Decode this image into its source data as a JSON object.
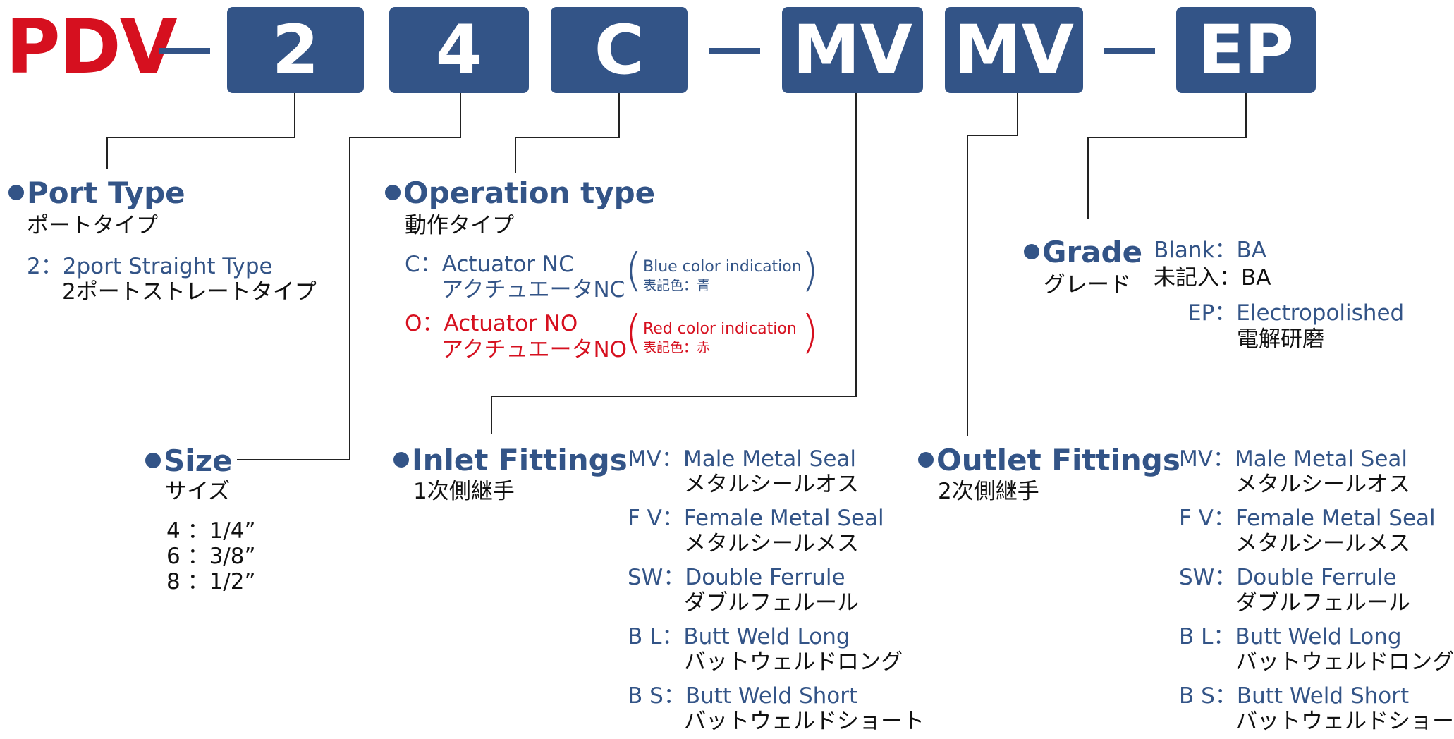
{
  "code": {
    "prefix": "PDV",
    "boxes": [
      "2",
      "4",
      "C",
      "MV",
      "MV",
      "EP"
    ]
  },
  "colors": {
    "brand_blue": "#335487",
    "brand_red": "#d6101f"
  },
  "port_type": {
    "title": "Port Type",
    "subtitle": "ポートタイプ",
    "options": [
      {
        "code": "2",
        "sep": "：",
        "en": "2port Straight Type",
        "jp": "2ポートストレートタイプ"
      }
    ]
  },
  "operation_type": {
    "title": "Operation type",
    "subtitle": "動作タイプ",
    "options": [
      {
        "code": "C",
        "sep": "：",
        "en": "Actuator NC",
        "jp": "アクチュエータNC",
        "note_en": "Blue color indication",
        "note_jp": "表記色：青"
      },
      {
        "code": "O",
        "sep": "：",
        "en": "Actuator NO",
        "jp": "アクチュエータNO",
        "note_en": "Red color indication",
        "note_jp": "表記色：赤"
      }
    ]
  },
  "grade": {
    "title": "Grade",
    "subtitle": "グレード",
    "options": [
      {
        "code": "Blank",
        "sep": "：",
        "en": "BA",
        "jp_code": "未記入",
        "jp": "BA"
      },
      {
        "code": "EP",
        "sep": "：",
        "en": "Electropolished",
        "jp": "電解研磨"
      }
    ]
  },
  "size": {
    "title": "Size",
    "subtitle": "サイズ",
    "options": [
      {
        "code": "4",
        "sep": "：",
        "value": "1/4”"
      },
      {
        "code": "6",
        "sep": "：",
        "value": "3/8”"
      },
      {
        "code": "8",
        "sep": "：",
        "value": "1/2”"
      }
    ]
  },
  "inlet": {
    "title": "Inlet Fittings",
    "subtitle": "1次側継手",
    "options": [
      {
        "code": "MV",
        "sep": "：",
        "en": "Male Metal Seal",
        "jp": "メタルシールオス"
      },
      {
        "code": "F V",
        "sep": "：",
        "en": "Female Metal Seal",
        "jp": "メタルシールメス"
      },
      {
        "code": "SW",
        "sep": "：",
        "en": "Double Ferrule",
        "jp": "ダブルフェルール"
      },
      {
        "code": "B L",
        "sep": "：",
        "en": "Butt Weld Long",
        "jp": "バットウェルドロング"
      },
      {
        "code": "B S",
        "sep": "：",
        "en": "Butt Weld Short",
        "jp": "バットウェルドショート"
      }
    ]
  },
  "outlet": {
    "title": "Outlet Fittings",
    "subtitle": "2次側継手",
    "options": [
      {
        "code": "MV",
        "sep": "：",
        "en": "Male Metal Seal",
        "jp": "メタルシールオス"
      },
      {
        "code": "F V",
        "sep": "：",
        "en": "Female Metal Seal",
        "jp": "メタルシールメス"
      },
      {
        "code": "SW",
        "sep": "：",
        "en": "Double Ferrule",
        "jp": "ダブルフェルール"
      },
      {
        "code": "B L",
        "sep": "：",
        "en": "Butt Weld Long",
        "jp": "バットウェルドロング"
      },
      {
        "code": "B S",
        "sep": "：",
        "en": "Butt Weld Short",
        "jp": "バットウェルドショート"
      }
    ]
  }
}
